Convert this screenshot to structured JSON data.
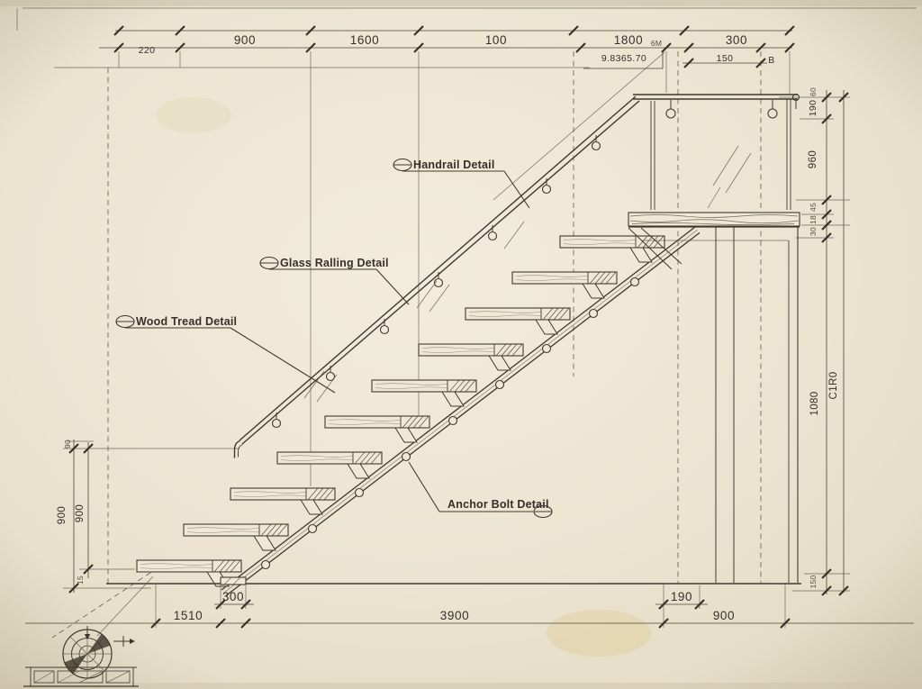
{
  "colors": {
    "paper": "#ede5d3",
    "ink": "#3b362b"
  },
  "callouts": {
    "handrail": "Handrail Detail",
    "glass_railing": "Glass Ralling Detail",
    "wood_tread": "Wood Tread Detail",
    "anchor_bolt": "Anchor Bolt Detail"
  },
  "dims": {
    "top_row1": [
      "900",
      "1600",
      "100",
      "1800",
      "300"
    ],
    "top_row2_left": "220",
    "top_elevation": "9.8365.70",
    "top_small": "6M",
    "top_row2_150": "150",
    "top_row2_b": "B",
    "right": {
      "h60": "60",
      "h190": "190",
      "h960": "960",
      "h45": "45",
      "h18": "18",
      "h30": "30",
      "h1080": "1080",
      "outer": "C1R0",
      "h150": "150"
    },
    "left": {
      "t90": "90",
      "outer900": "900",
      "inner900": "900",
      "b15": "15"
    },
    "bottom_row1": {
      "d300": "300",
      "d190": "190"
    },
    "bottom_row2": [
      "1510",
      "3900",
      "900"
    ]
  }
}
